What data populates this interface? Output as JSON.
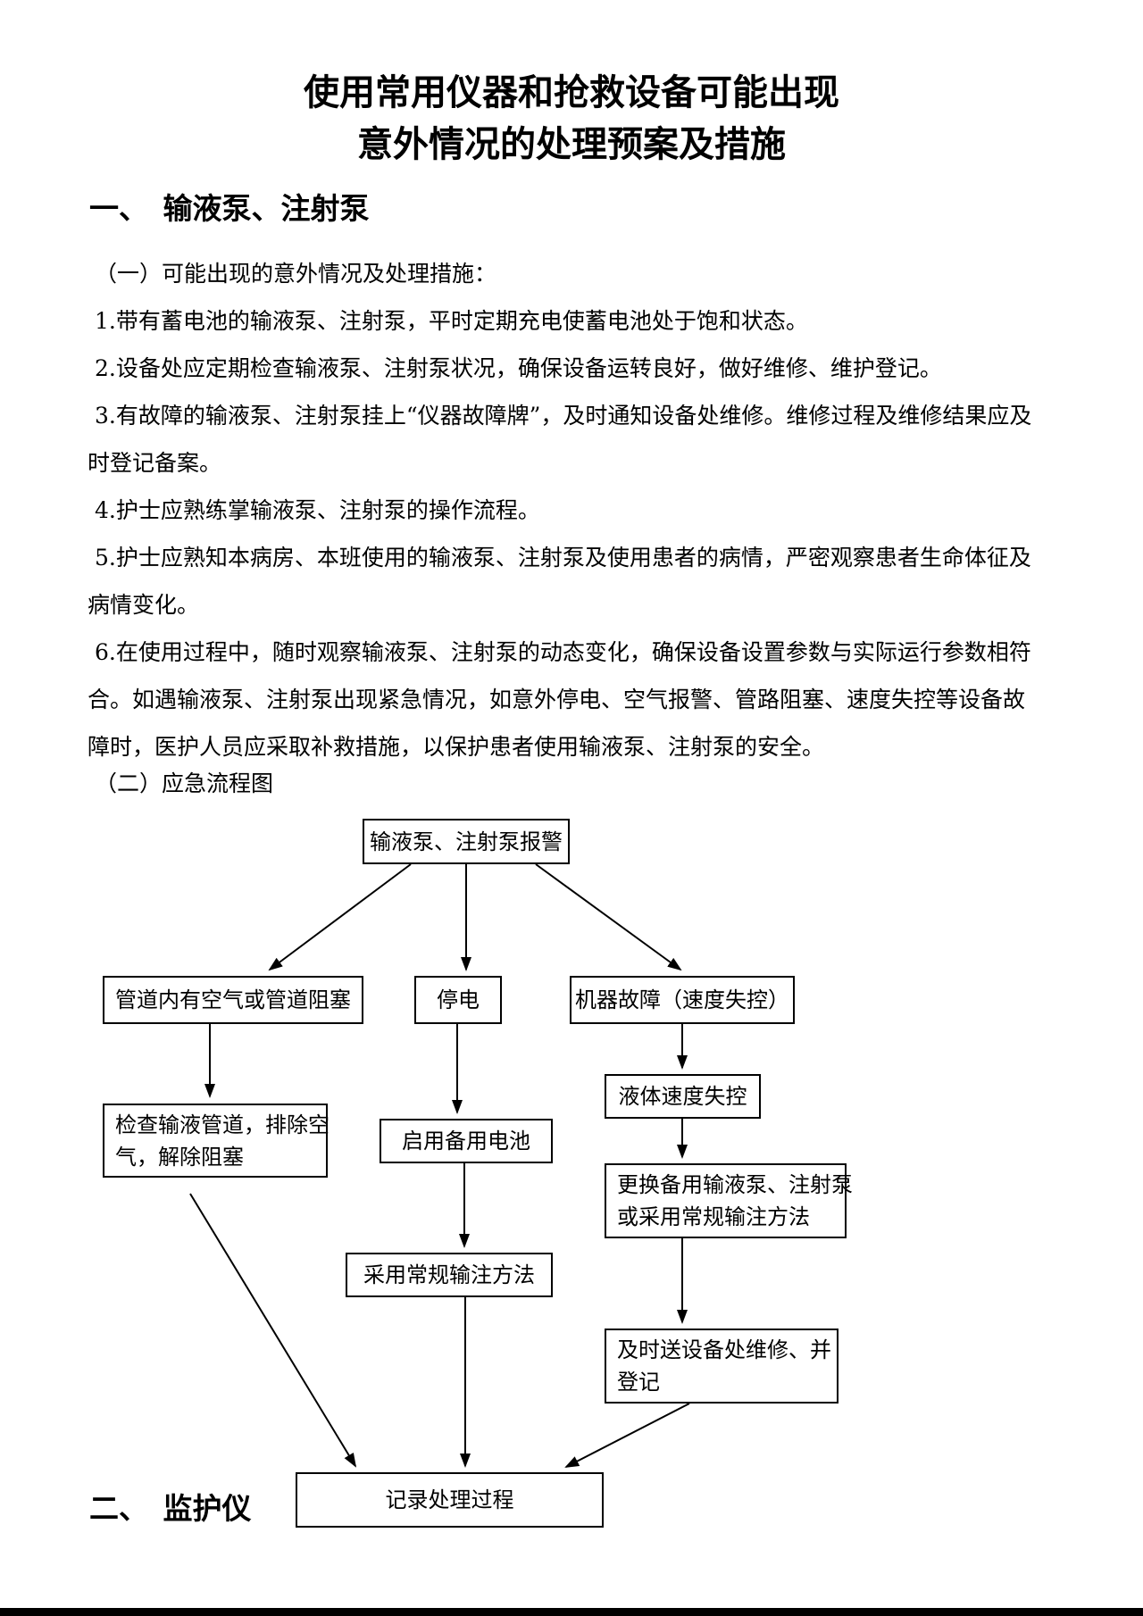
{
  "doc": {
    "title_line1": "使用常用仪器和抢救设备可能出现",
    "title_line2": "意外情况的处理预案及措施"
  },
  "section1": {
    "heading": "一、　输液泵、注射泵",
    "lines": [
      "（一）可能出现的意外情况及处理措施：",
      "1.带有蓄电池的输液泵、注射泵，平时定期充电使蓄电池处于饱和状态。",
      "2.设备处应定期检查输液泵、注射泵状况，确保设备运转良好，做好维修、维护登记。",
      "3.有故障的输液泵、注射泵挂上“仪器故障牌”，及时通知设备处维修。维修过程及维修结果应及",
      "时登记备案。",
      "4.护士应熟练掌输液泵、注射泵的操作流程。",
      "5.护士应熟知本病房、本班使用的输液泵、注射泵及使用患者的病情，严密观察患者生命体征及",
      "病情变化。",
      "6.在使用过程中，随时观察输液泵、注射泵的动态变化，确保设备设置参数与实际运行参数相符",
      "合。如遇输液泵、注射泵出现紧急情况，如意外停电、空气报警、管路阻塞、速度失控等设备故",
      "障时，医护人员应采取补救措施，以保护患者使用输液泵、注射泵的安全。",
      "（二）应急流程图"
    ]
  },
  "flowchart": {
    "boxes": {
      "alarm": {
        "lines": [
          "输液泵、注射泵报警"
        ]
      },
      "pipe_blockage": {
        "lines": [
          "管道内有空气或管道阻塞"
        ]
      },
      "power_outage": {
        "lines": [
          "停电"
        ]
      },
      "machine_fault": {
        "lines": [
          "机器故障（速度失控）"
        ]
      },
      "speed_loss": {
        "lines": [
          "液体速度失控"
        ]
      },
      "check_pipe": {
        "lines": [
          "检查输液管道，排除空",
          "气，解除阻塞"
        ]
      },
      "backup_battery": {
        "lines": [
          "启用备用电池"
        ]
      },
      "replace_pump": {
        "lines": [
          "更换备用输液泵、注射泵",
          "或采用常规输注方法"
        ]
      },
      "normal_infusion": {
        "lines": [
          "采用常规输注方法"
        ]
      },
      "send_repair": {
        "lines": [
          "及时送设备处维修、并",
          "登记"
        ]
      },
      "record_process": {
        "lines": [
          "记录处理过程"
        ]
      }
    },
    "line_color": "#000000"
  },
  "section2": {
    "heading": "二、　监护仪"
  }
}
